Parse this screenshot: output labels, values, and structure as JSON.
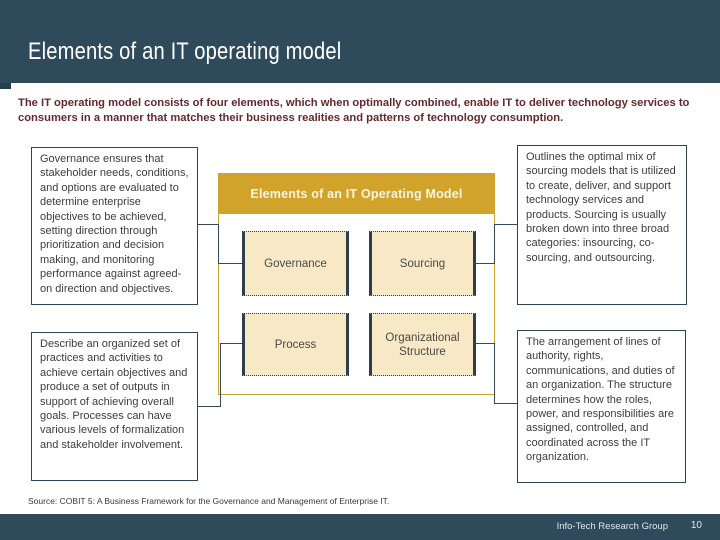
{
  "slide": {
    "title": "Elements of an IT operating model",
    "intro": "The IT operating model consists of four elements, which when optimally combined, enable IT to deliver technology services to consumers in a manner that matches their business realities and patterns of technology consumption.",
    "source_note": "Source: COBIT 5: A Business Framework for the Governance and Management of Enterprise IT.",
    "footer": {
      "brand": "Info-Tech Research Group",
      "page_number": "10"
    }
  },
  "diagram": {
    "title": "Elements of an IT Operating Model",
    "elements": [
      "Governance",
      "Sourcing",
      "Process",
      "Organizational Structure"
    ]
  },
  "descriptions": {
    "governance": "Governance ensures that stakeholder needs, conditions, and options are evaluated to determine enterprise objectives to be achieved, setting direction through prioritization and decision making, and monitoring performance against agreed-on direction and objectives.",
    "process": "Describe an organized set of practices and activities to achieve certain objectives and produce a set of outputs in support of achieving overall goals. Processes can have various levels of formalization and stakeholder involvement.",
    "sourcing": "Outlines the optimal mix of sourcing models that is utilized to create, deliver, and support technology services and products. Sourcing is usually broken down into three broad categories: insourcing, co-sourcing, and outsourcing.",
    "organizational_structure": "The arrangement of lines of authority, rights, communications, and duties of an organization. The structure determines how the roles, power, and responsibilities are assigned, controlled, and coordinated across the IT organization."
  },
  "colors": {
    "header_bg": "#2e4a5b",
    "footer_bg": "#2e4a5b",
    "accent_gold": "#d1a32a",
    "gold_border": "#c9a42e",
    "element_box_fill": "#f7e8c6",
    "slate_border": "#2e3e4c",
    "intro_text": "#66282c",
    "body_text": "#3d3d3d"
  }
}
